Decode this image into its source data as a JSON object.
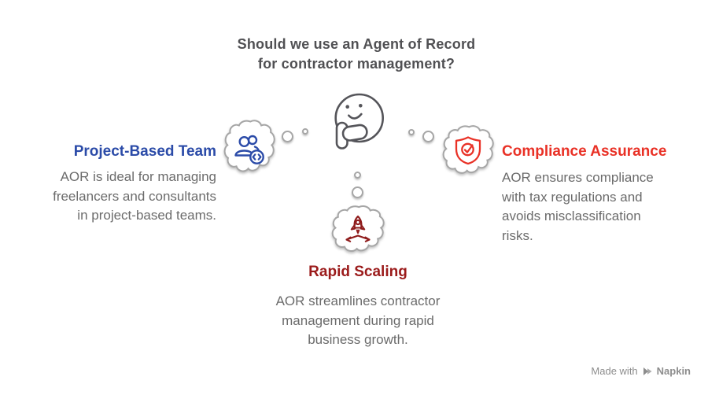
{
  "header": {
    "title_line1": "Should we use an Agent of Record",
    "title_line2": "for contractor management?"
  },
  "center": {
    "icon": "thinking-face-icon"
  },
  "sections": {
    "project_based_team": {
      "heading": "Project-Based Team",
      "heading_color": "#2b4ba8",
      "icon": "team-members-icon",
      "description_lines": [
        "AOR is ideal for managing",
        "freelancers and consultants",
        "in project-based teams."
      ]
    },
    "compliance_assurance": {
      "heading": "Compliance Assurance",
      "heading_color": "#e93126",
      "icon": "shield-check-icon",
      "description_lines": [
        "AOR ensures compliance",
        "with tax regulations and",
        "avoids misclassification",
        "risks."
      ]
    },
    "rapid_scaling": {
      "heading": "Rapid Scaling",
      "heading_color": "#9b1b1b",
      "icon": "rocket-launch-icon",
      "description_lines": [
        "AOR streamlines contractor",
        "management during rapid",
        "business growth."
      ]
    }
  },
  "watermark": {
    "prefix": "Made with",
    "brand": "Napkin"
  },
  "colors": {
    "title_gray": "#505053",
    "body_gray": "#6b6b6b",
    "face_gray": "#55555a",
    "cloud_outline_gray": "#a6a6a6",
    "blue": "#2b4ba8",
    "red": "#e93126",
    "dark_red": "#9b1b1b",
    "watermark_gray": "#8d8d8d"
  }
}
